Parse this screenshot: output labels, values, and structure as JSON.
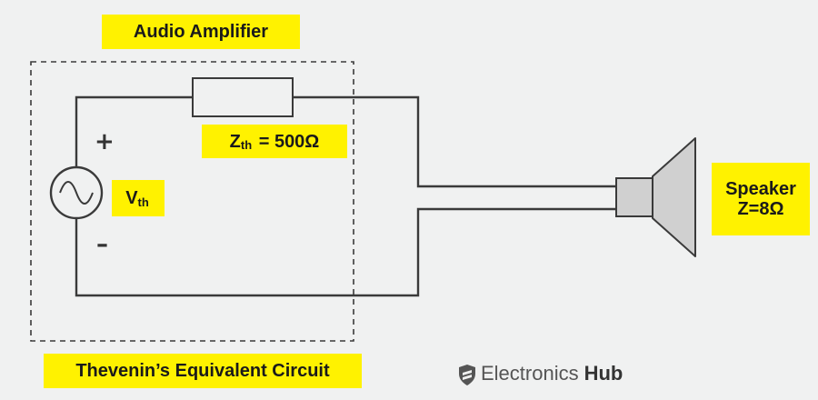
{
  "diagram": {
    "title": "Audio Amplifier",
    "source_impedance": {
      "symbol": "Z",
      "subscript": "th",
      "value": "= 500Ω"
    },
    "source_voltage": {
      "symbol": "V",
      "subscript": "th"
    },
    "polarity": {
      "positive": "+",
      "negative": "–"
    },
    "caption": "Thevenin’s Equivalent Circuit",
    "load": {
      "name": "Speaker",
      "impedance": "Z=8Ω"
    }
  },
  "brand": {
    "name_regular": "Electronics",
    "name_bold": "Hub"
  },
  "colors": {
    "background": "#f0f1f1",
    "highlight": "#fff200",
    "wire": "#3a3a3a",
    "text": "#1a1a1a"
  },
  "icons": [
    "ac-source-icon",
    "resistor-icon",
    "speaker-icon",
    "brand-logo-icon"
  ]
}
